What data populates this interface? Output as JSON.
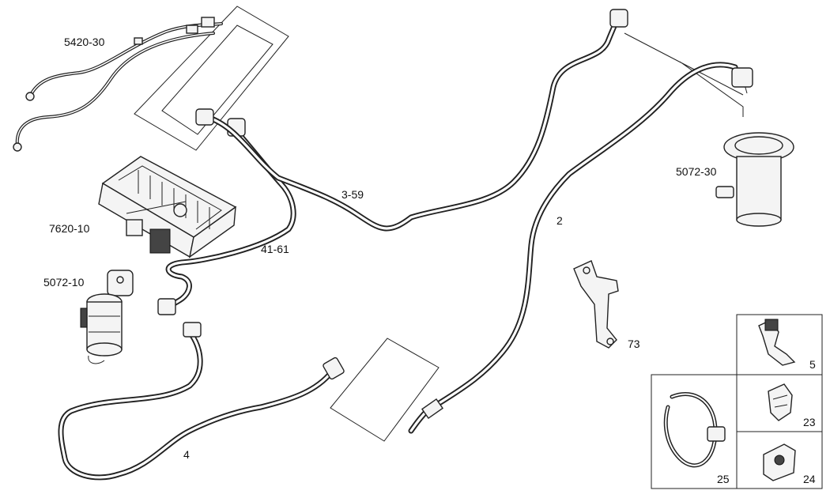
{
  "labels": {
    "lines_5420_30": "5420-30",
    "tank_7620_10": "7620-10",
    "filter_5072_10": "5072-10",
    "pump_5072_30": "5072-30",
    "pipe_3_59": "3-59",
    "pipe_41_61": "41-61",
    "pipe_2": "2",
    "pipe_4": "4",
    "bracket_73": "73",
    "clip_5": "5",
    "clip_23": "23",
    "clip_24": "24",
    "clamp_25": "25"
  }
}
